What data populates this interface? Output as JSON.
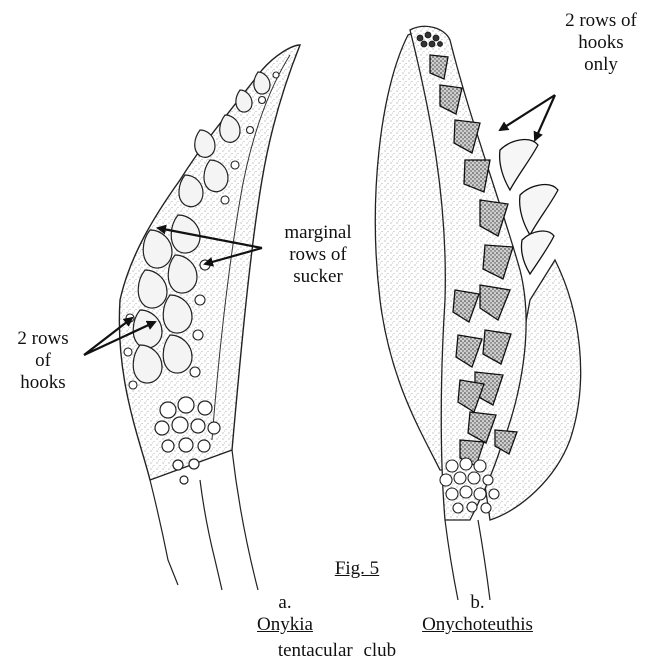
{
  "figure": {
    "caption": "Fig. 5",
    "bottom_label": "tentacular club",
    "panel_a": {
      "letter": "a.",
      "genus": "Onykia",
      "label_hooks": [
        "2 rows",
        "of",
        "hooks"
      ],
      "label_marginal": [
        "marginal",
        "rows of",
        "sucker"
      ]
    },
    "panel_b": {
      "letter": "b.",
      "genus": "Onychoteuthis",
      "label_hooks": [
        "2 rows of",
        "hooks",
        "only"
      ]
    }
  }
}
